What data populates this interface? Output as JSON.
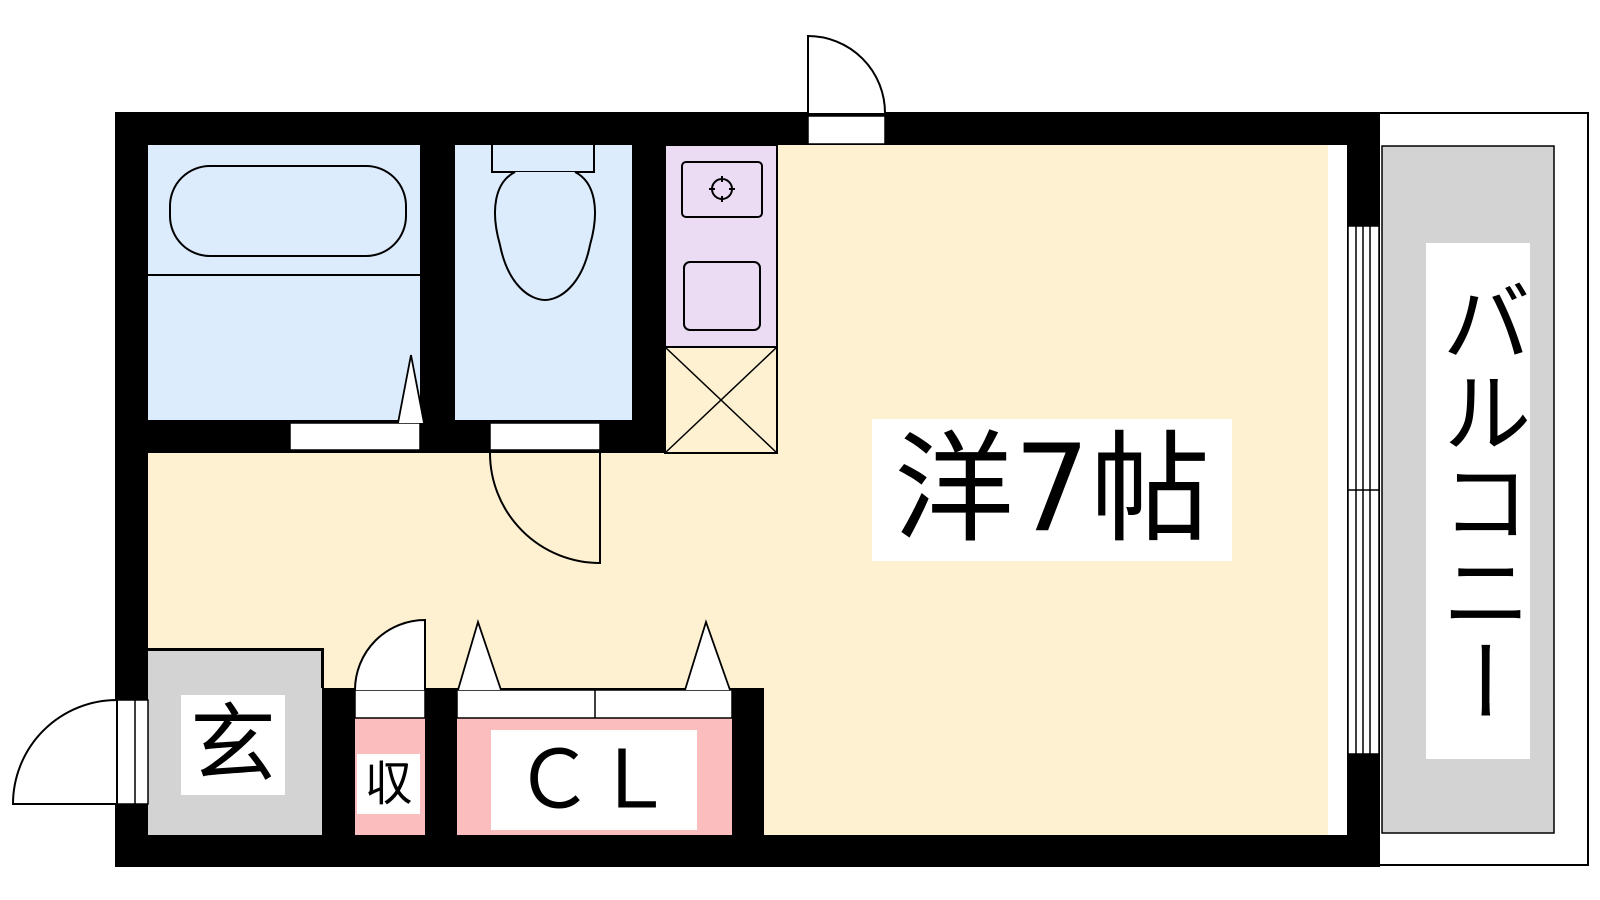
{
  "rooms": {
    "western": {
      "label": "洋7帖"
    },
    "entrance": {
      "label": "玄"
    },
    "storage": {
      "label": "収"
    },
    "closet": {
      "label": "ＣＬ"
    },
    "balcony": {
      "label": "バルコニー"
    }
  },
  "colors": {
    "wall": "#000000",
    "western_floor": "#fdf1d2",
    "wet_area": "#dcecfc",
    "kitchen": "#ebdcf4",
    "storage": "#fbbdbd",
    "entrance": "#d3d3d3",
    "balcony": "#d3d3d3",
    "label_bg": "#ffffff"
  },
  "icons": [
    "bathtub-icon",
    "toilet-icon",
    "stove-burner-icon",
    "sink-icon",
    "washer-space-icon",
    "door-swing-icon"
  ]
}
